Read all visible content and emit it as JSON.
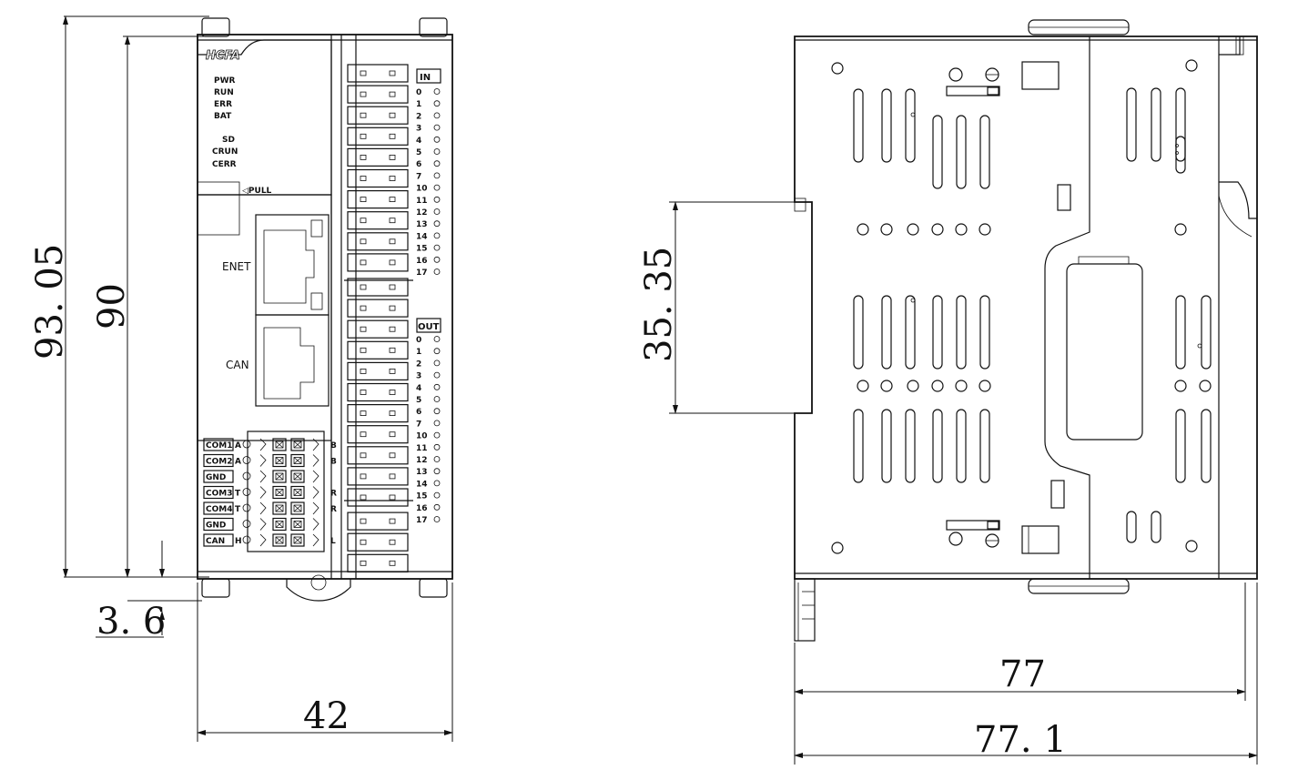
{
  "brand": {
    "logo": "HCFA"
  },
  "front_view": {
    "status_leds": [
      "PWR",
      "RUN",
      "ERR",
      "BAT",
      "SD",
      "CRUN",
      "CERR"
    ],
    "pull_label": "◁PULL",
    "port_labels": {
      "enet": "ENET",
      "can": "CAN"
    },
    "input_header": "IN",
    "output_header": "OUT",
    "io_numbers": [
      "0",
      "1",
      "2",
      "3",
      "4",
      "5",
      "6",
      "7",
      "10",
      "11",
      "12",
      "13",
      "14",
      "15",
      "16",
      "17"
    ],
    "terminal_labels": [
      "COM1",
      "COM2",
      "GND",
      "COM3",
      "COM4",
      "GND",
      "CAN"
    ],
    "terminal_suffix": [
      "A",
      "A",
      "",
      "T",
      "T",
      "",
      "H"
    ],
    "terminal_right": [
      "B",
      "B",
      "",
      "R",
      "R",
      "",
      "L"
    ]
  },
  "dimensions": {
    "overall_height": "93. 05",
    "body_height": "90",
    "din_offset": "3. 6",
    "width": "42",
    "rail_height": "35. 35",
    "depth": "77",
    "overall_depth": "77. 1"
  }
}
